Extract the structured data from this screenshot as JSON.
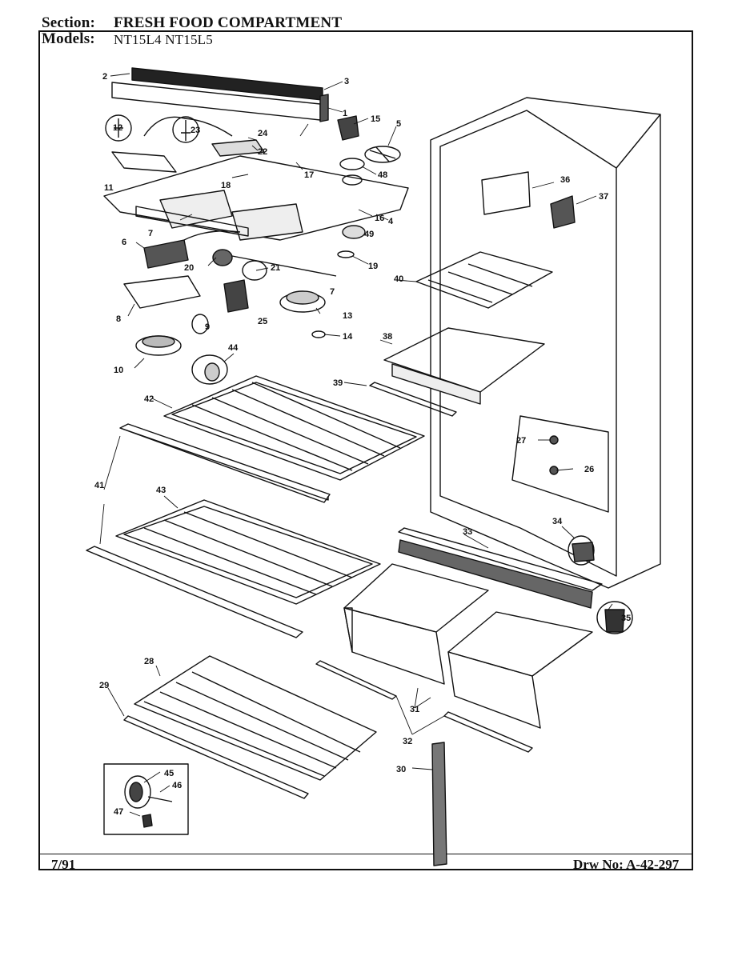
{
  "header": {
    "section_label": "Section:",
    "section_value": "FRESH FOOD COMPARTMENT",
    "models_label": "Models:",
    "models_value": "NT15L4  NT15L5"
  },
  "footer": {
    "date": "7/91",
    "drawing_number": "Drw No: A-42-297"
  },
  "callouts": [
    "1",
    "2",
    "3",
    "4",
    "5",
    "6",
    "7",
    "7",
    "8",
    "9",
    "10",
    "11",
    "12",
    "13",
    "14",
    "15",
    "16",
    "17",
    "18",
    "19",
    "20",
    "21",
    "22",
    "23",
    "24",
    "25",
    "26",
    "27",
    "28",
    "29",
    "30",
    "31",
    "32",
    "33",
    "34",
    "35",
    "36",
    "37",
    "38",
    "39",
    "40",
    "41",
    "42",
    "43",
    "44",
    "45",
    "46",
    "47",
    "48",
    "49"
  ]
}
